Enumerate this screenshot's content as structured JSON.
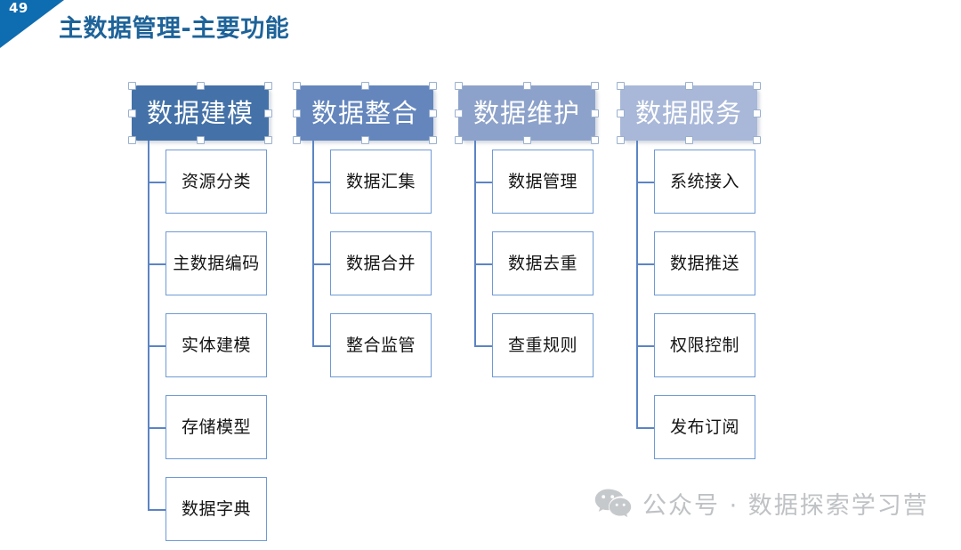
{
  "slide": {
    "number": "49",
    "title": "主数据管理-主要功能",
    "corner_color": "#0e6cb0",
    "title_color": "#1e6399"
  },
  "columns": [
    {
      "header": "数据建模",
      "header_color": "#4472a8",
      "children": [
        "资源分类",
        "主数据编码",
        "实体建模",
        "存储模型",
        "数据字典"
      ]
    },
    {
      "header": "数据整合",
      "header_color": "#6486bd",
      "children": [
        "数据汇集",
        "数据合并",
        "整合监管"
      ]
    },
    {
      "header": "数据维护",
      "header_color": "#8da2ca",
      "children": [
        "数据管理",
        "数据去重",
        "查重规则"
      ]
    },
    {
      "header": "数据服务",
      "header_color": "#a9b8d8",
      "children": [
        "系统接入",
        "数据推送",
        "权限控制",
        "发布订阅"
      ]
    }
  ],
  "watermark": {
    "icon": "wechat-icon",
    "text": "公众号 · 数据探索学习营",
    "color": "#bfc2c5"
  }
}
